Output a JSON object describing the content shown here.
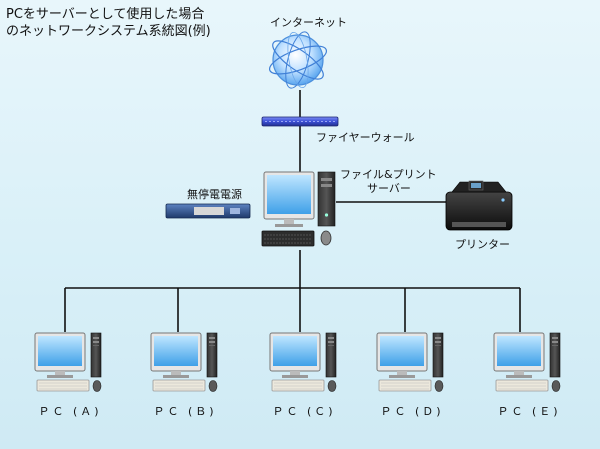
{
  "title": {
    "line1": "PCをサーバーとして使用した場合",
    "line2": "のネットワークシステム系統図(例)"
  },
  "labels": {
    "internet": "インターネット",
    "firewall": "ファイヤーウォール",
    "server_line1": "ファイル&プリント",
    "server_line2": "サーバー",
    "ups": "無停電電源",
    "printer": "プリンター"
  },
  "clients": [
    {
      "label": "ＰＣ (Ａ)"
    },
    {
      "label": "ＰＣ (Ｂ)"
    },
    {
      "label": "ＰＣ (Ｃ)"
    },
    {
      "label": "ＰＣ (Ｄ)"
    },
    {
      "label": "ＰＣ (Ｅ)"
    }
  ],
  "icons": {
    "internet": "globe-icon",
    "firewall": "firewall-icon",
    "server": "server-pc-icon",
    "ups": "ups-icon",
    "printer": "printer-icon",
    "client": "desktop-pc-icon"
  },
  "colors": {
    "line": "#111111",
    "firewall": "#3b4fd6",
    "ups": "#2c4f86",
    "monitor_screen": "#3fa0e8"
  }
}
